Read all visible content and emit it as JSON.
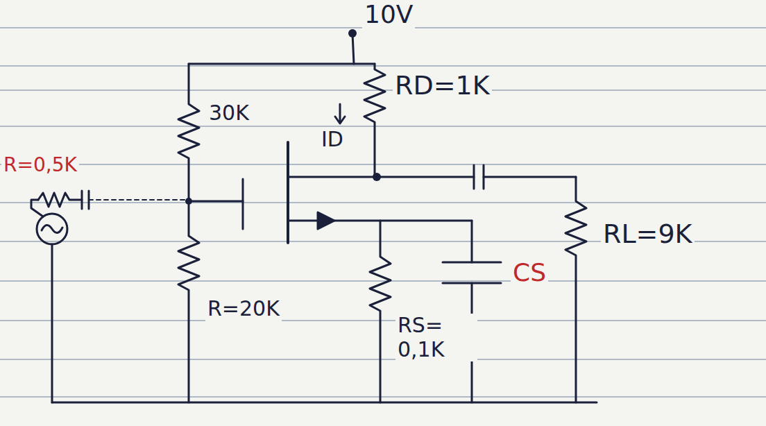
{
  "diagram": {
    "labels": [
      "10V",
      "RD=1K",
      "30K",
      "ID",
      "R=0,5K",
      "R=20K",
      "RS= 0,1K",
      "CS",
      "RL=9K"
    ]
  }
}
